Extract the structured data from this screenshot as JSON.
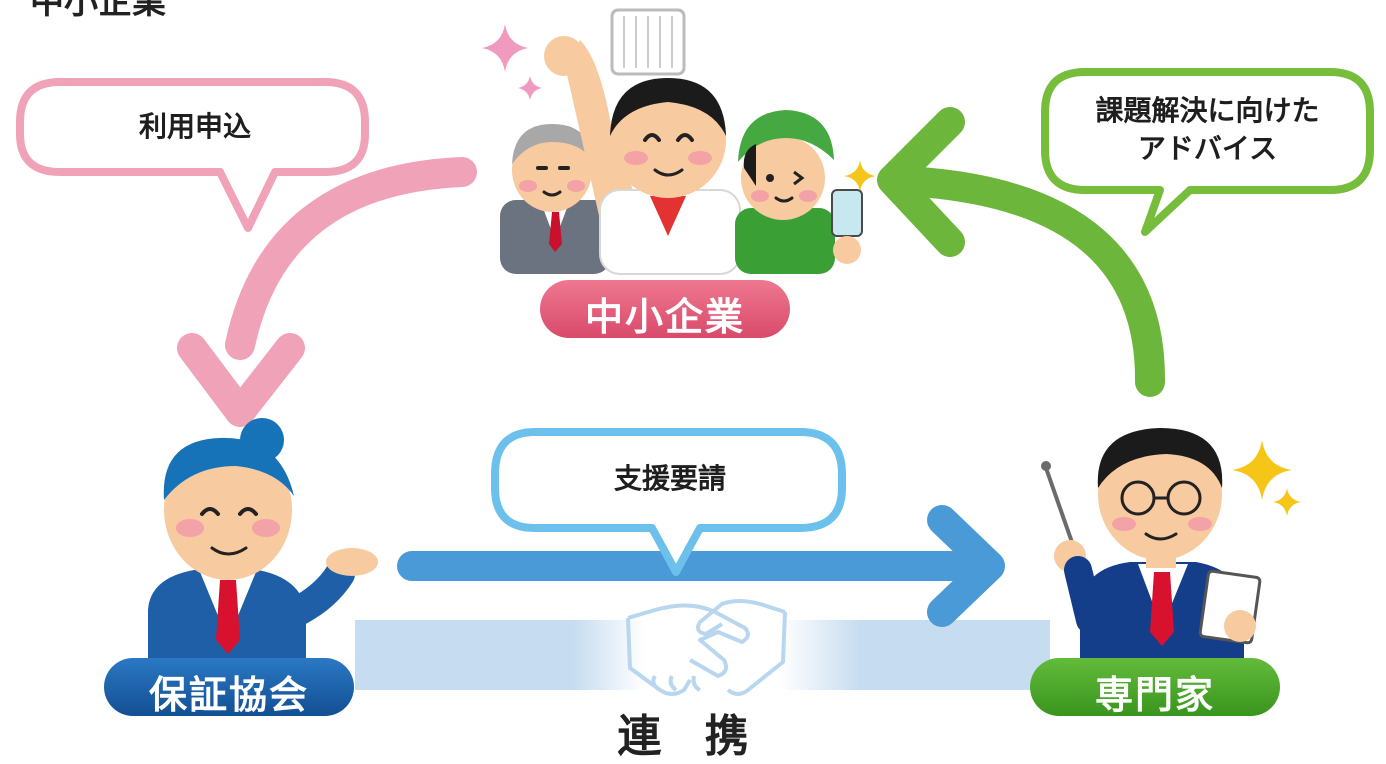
{
  "heading": "中小企業",
  "nodes": {
    "sme": {
      "label": "中小企業"
    },
    "association": {
      "label": "保証協会"
    },
    "expert": {
      "label": "専門家"
    }
  },
  "bubbles": {
    "apply": "利用申込",
    "support_request": "支援要請",
    "advice": "課題解決に向けた\nアドバイス"
  },
  "collaboration": "連 携",
  "colors": {
    "pink": "#e8607d",
    "pink_light": "#f0a2b8",
    "blue_dark": "#1a5ea8",
    "blue_arrow": "#4a9ad8",
    "blue_light": "#c8dcef",
    "green": "#4faa2e",
    "green_arrow": "#6db63c",
    "bubble_border_pink": "#f0a2b8",
    "bubble_border_blue": "#6cc0ec",
    "bubble_border_green": "#77bd3c"
  }
}
